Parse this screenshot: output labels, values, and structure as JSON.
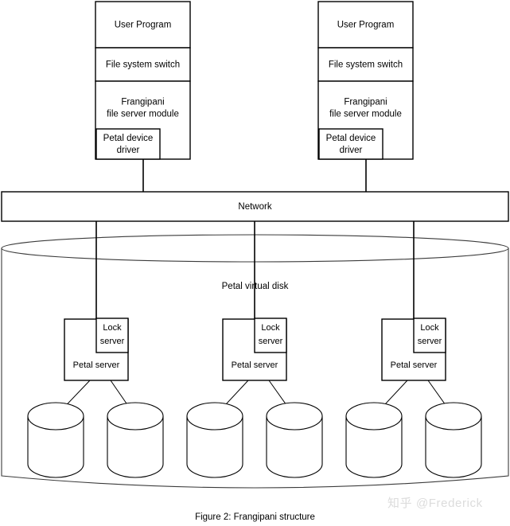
{
  "figure": {
    "caption": "Figure 2: Frangipani structure",
    "watermark": "知乎 @Frederick",
    "colors": {
      "stroke": "#000000",
      "soft_stroke": "#3b3b3b",
      "fill": "#ffffff",
      "watermark": "#dcdcdc"
    }
  },
  "hosts": [
    {
      "id": "host-left",
      "layers": [
        {
          "name": "user-program",
          "label": "User Program"
        },
        {
          "name": "file-system-switch",
          "label": "File system switch"
        },
        {
          "name": "frangipani-file-server-module",
          "label_line1": "Frangipani",
          "label_line2": "file server module"
        },
        {
          "name": "petal-device-driver",
          "label_line1": "Petal device",
          "label_line2": "driver"
        }
      ]
    },
    {
      "id": "host-right",
      "layers": [
        {
          "name": "user-program",
          "label": "User Program"
        },
        {
          "name": "file-system-switch",
          "label": "File system switch"
        },
        {
          "name": "frangipani-file-server-module",
          "label_line1": "Frangipani",
          "label_line2": "file server module"
        },
        {
          "name": "petal-device-driver",
          "label_line1": "Petal device",
          "label_line2": "driver"
        }
      ]
    }
  ],
  "network": {
    "label": "Network"
  },
  "virtual_disk": {
    "label": "Petal virtual disk"
  },
  "petal_servers": [
    {
      "label": "Petal server",
      "lock_label_line1": "Lock",
      "lock_label_line2": "server",
      "disks": 2
    },
    {
      "label": "Petal server",
      "lock_label_line1": "Lock",
      "lock_label_line2": "server",
      "disks": 2
    },
    {
      "label": "Petal server",
      "lock_label_line1": "Lock",
      "lock_label_line2": "server",
      "disks": 2
    }
  ]
}
